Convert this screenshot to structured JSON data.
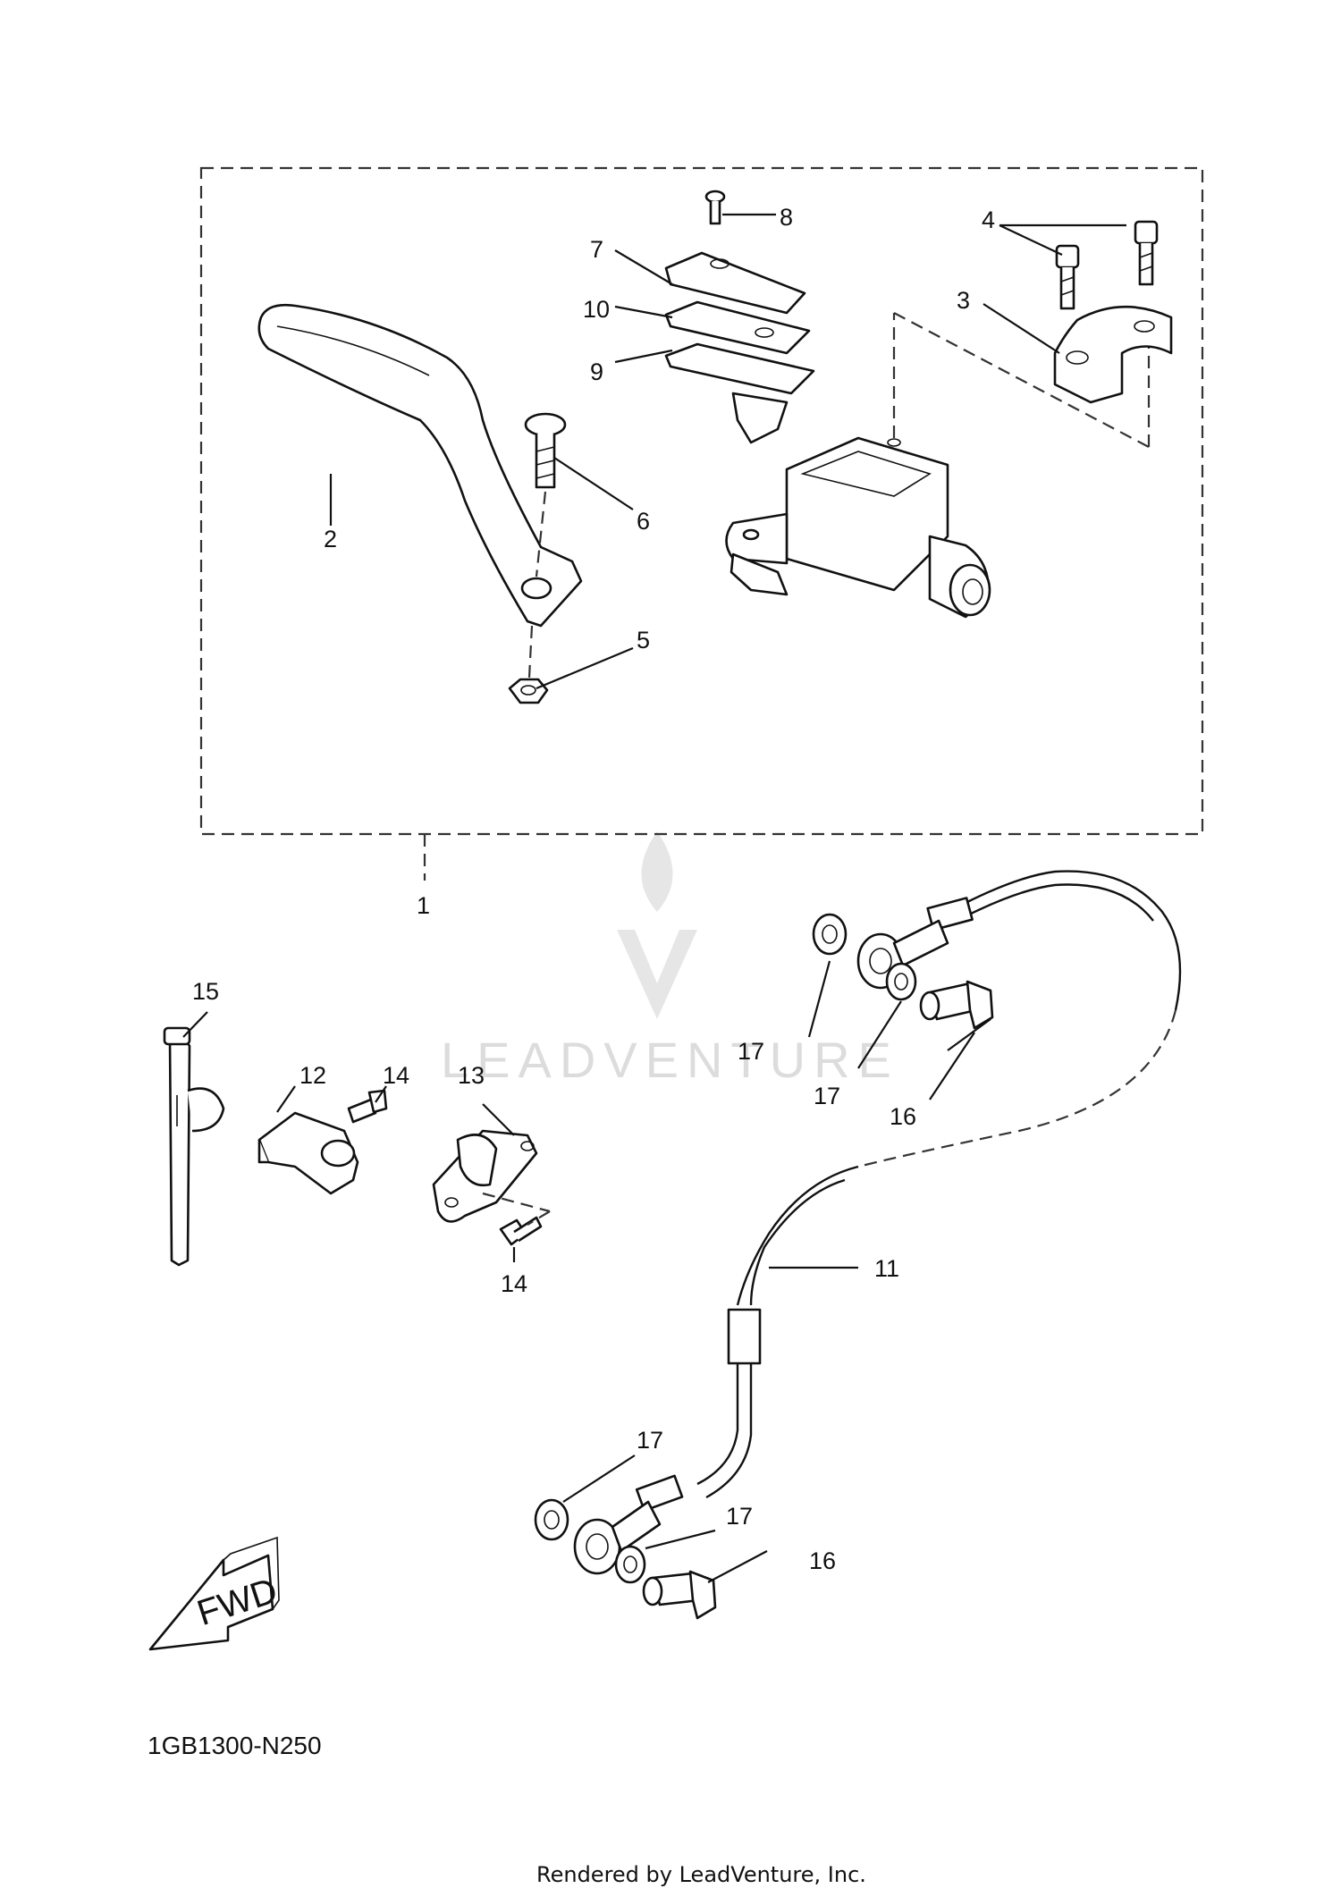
{
  "diagram": {
    "diagram_code": "1GB1300-N250",
    "footer": "Rendered by LeadVenture, Inc.",
    "watermark": "LEADVENTURE",
    "direction_label": "FWD",
    "callouts": [
      {
        "id": "1",
        "text": "1"
      },
      {
        "id": "2",
        "text": "2"
      },
      {
        "id": "3",
        "text": "3"
      },
      {
        "id": "4",
        "text": "4"
      },
      {
        "id": "5",
        "text": "5"
      },
      {
        "id": "6",
        "text": "6"
      },
      {
        "id": "7",
        "text": "7"
      },
      {
        "id": "8",
        "text": "8"
      },
      {
        "id": "9",
        "text": "9"
      },
      {
        "id": "10",
        "text": "10"
      },
      {
        "id": "11",
        "text": "11"
      },
      {
        "id": "12",
        "text": "12"
      },
      {
        "id": "13",
        "text": "13"
      },
      {
        "id": "14a",
        "text": "14"
      },
      {
        "id": "14b",
        "text": "14"
      },
      {
        "id": "15",
        "text": "15"
      },
      {
        "id": "16a",
        "text": "16"
      },
      {
        "id": "16b",
        "text": "16"
      },
      {
        "id": "17a",
        "text": "17"
      },
      {
        "id": "17b",
        "text": "17"
      },
      {
        "id": "17c",
        "text": "17"
      },
      {
        "id": "17d",
        "text": "17"
      }
    ]
  }
}
